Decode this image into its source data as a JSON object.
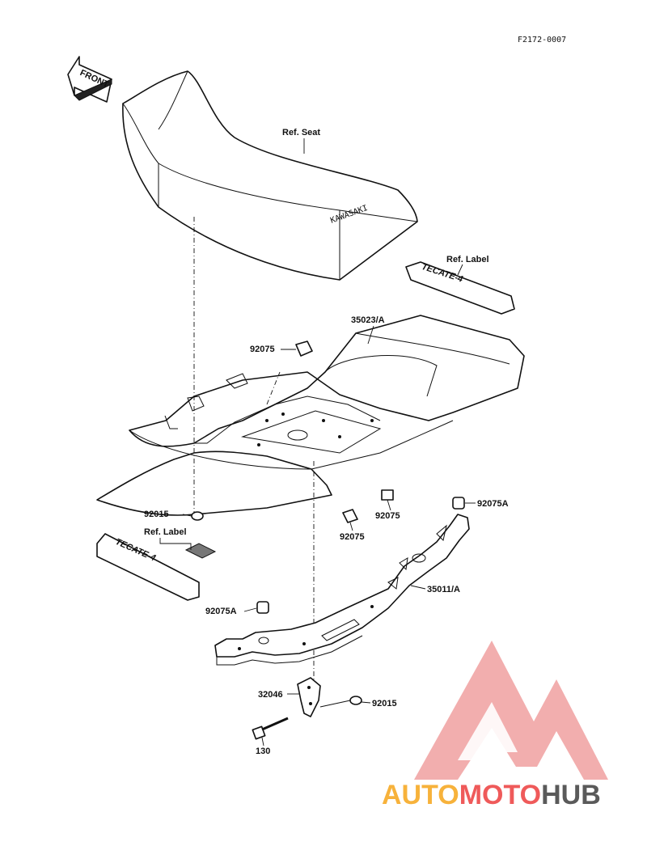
{
  "diagram": {
    "code": "F2172-0007",
    "front_arrow": "FRONT",
    "seat_badge": "KAWASAKI",
    "labels": {
      "ref_seat": "Ref. Seat",
      "ref_label_top": "Ref. Label",
      "ref_label_bottom": "Ref. Label",
      "p35023A": "35023/A",
      "p92075_a": "92075",
      "p92075_b": "92075",
      "p92075_c": "92075",
      "p92075A_a": "92075A",
      "p92075A_b": "92075A",
      "p92015_a": "92015",
      "p92015_b": "92015",
      "p35011A": "35011/A",
      "p32046": "32046",
      "p130": "130"
    },
    "decal_text_top": "TECATE-4",
    "decal_text_bottom": "TECATE-4"
  },
  "watermark": {
    "part1": "AUTO",
    "part2": "MOTO",
    "part3": "HUB",
    "colors": {
      "orange": "#f7b23b",
      "red": "#ef5a5a",
      "gray": "#5a5a5a",
      "tri": "#f0a0a0"
    }
  }
}
